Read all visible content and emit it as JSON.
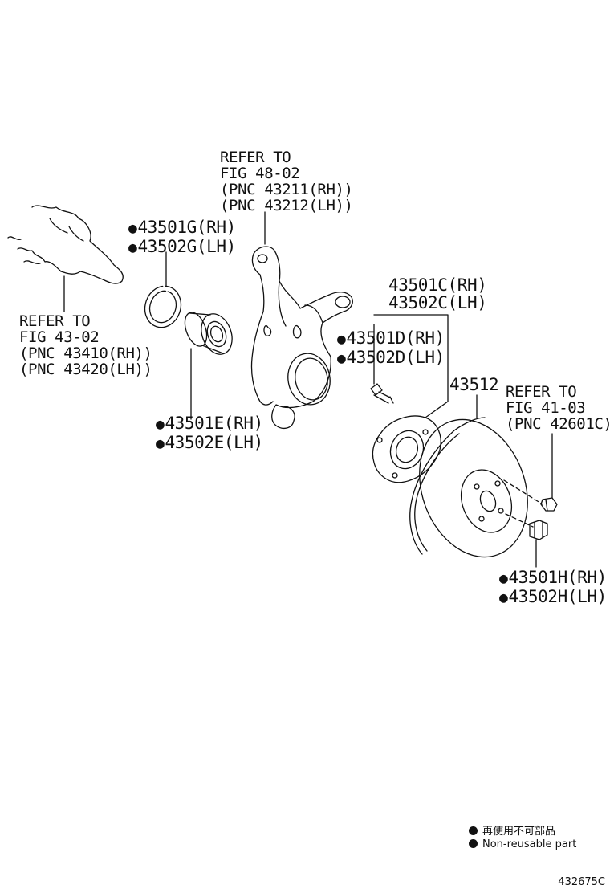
{
  "callouts": {
    "knuckle_ref": [
      "REFER TO",
      "FIG 48-02",
      "(PNC 43211(RH))",
      "(PNC 43212(LH))"
    ],
    "axle_ref": [
      "REFER TO",
      "FIG 43-02",
      "(PNC 43410(RH))",
      "(PNC 43420(LH))"
    ],
    "nut_ref": [
      "REFER TO",
      "FIG 41-03",
      "(PNC 42601C)"
    ],
    "snap_ring": [
      "43501G(RH)",
      "43502G(LH)"
    ],
    "bearing": [
      "43501E(RH)",
      "43502E(LH)"
    ],
    "hub": [
      "43501C(RH)",
      "43502C(LH)"
    ],
    "hub_bolt": [
      "43501D(RH)",
      "43502D(LH)"
    ],
    "disc": "43512",
    "hub_nut": [
      "43501H(RH)",
      "43502H(LH)"
    ]
  },
  "non_reusable_mark": "●",
  "legend": {
    "jp": "再使用不可部品",
    "en": "Non-reusable part"
  },
  "figure_number": "432675C"
}
